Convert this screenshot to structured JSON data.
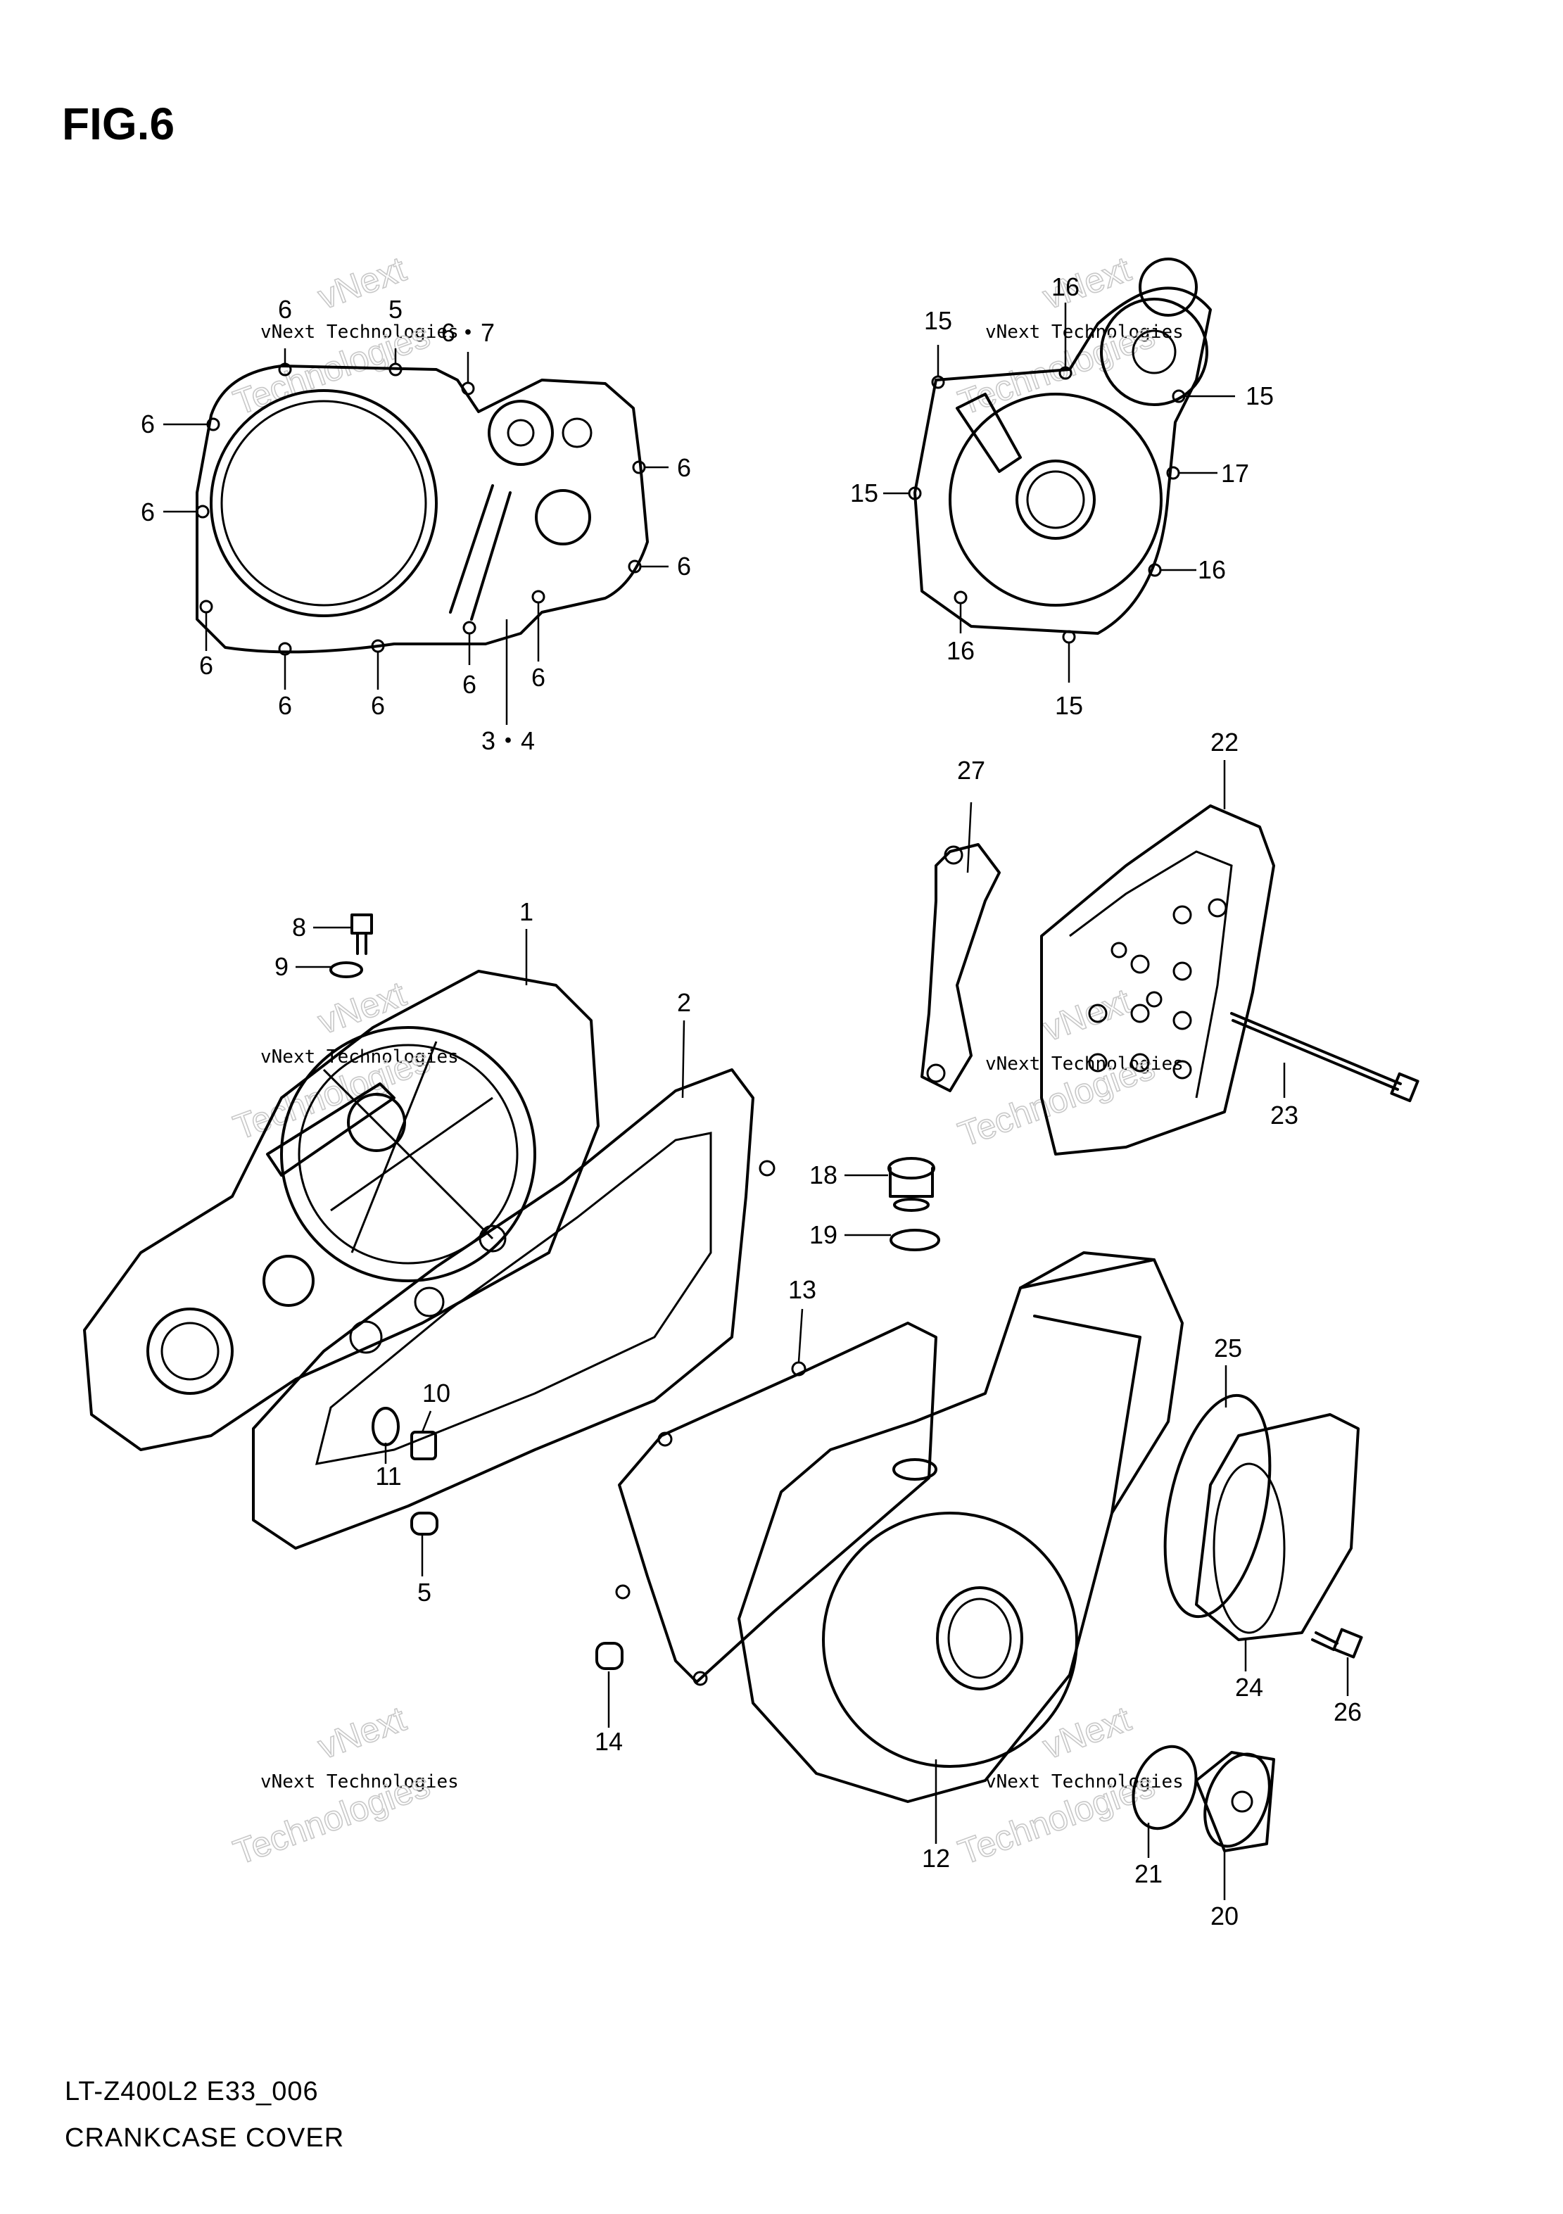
{
  "figure": {
    "title": "FIG.6"
  },
  "footer": {
    "model_code": "LT-Z400L2 E33_006",
    "caption": "CRANKCASE COVER"
  },
  "watermarks": {
    "line1": "vNext Technologies",
    "brand_a": "vNext",
    "brand_b": "Technologies"
  },
  "callouts": {
    "c_6a": "6",
    "c_5a": "5",
    "c_6_7": "6・7",
    "c_6b": "6",
    "c_6c": "6",
    "c_6d": "6",
    "c_6e": "6",
    "c_6f": "6",
    "c_6g": "6",
    "c_6h": "6",
    "c_6i": "6",
    "c_6j": "6",
    "c_3_4": "3・4",
    "c_15a": "15",
    "c_16a": "16",
    "c_15b": "15",
    "c_17": "17",
    "c_15c": "15",
    "c_16b": "16",
    "c_16c": "16",
    "c_15d": "15",
    "c_27": "27",
    "c_22": "22",
    "c_23": "23",
    "c_8": "8",
    "c_9": "9",
    "c_1": "1",
    "c_2": "2",
    "c_10": "10",
    "c_11": "11",
    "c_5b": "5",
    "c_18": "18",
    "c_19": "19",
    "c_13": "13",
    "c_25": "25",
    "c_14": "14",
    "c_12": "12",
    "c_24": "24",
    "c_26": "26",
    "c_21": "21",
    "c_20": "20"
  }
}
